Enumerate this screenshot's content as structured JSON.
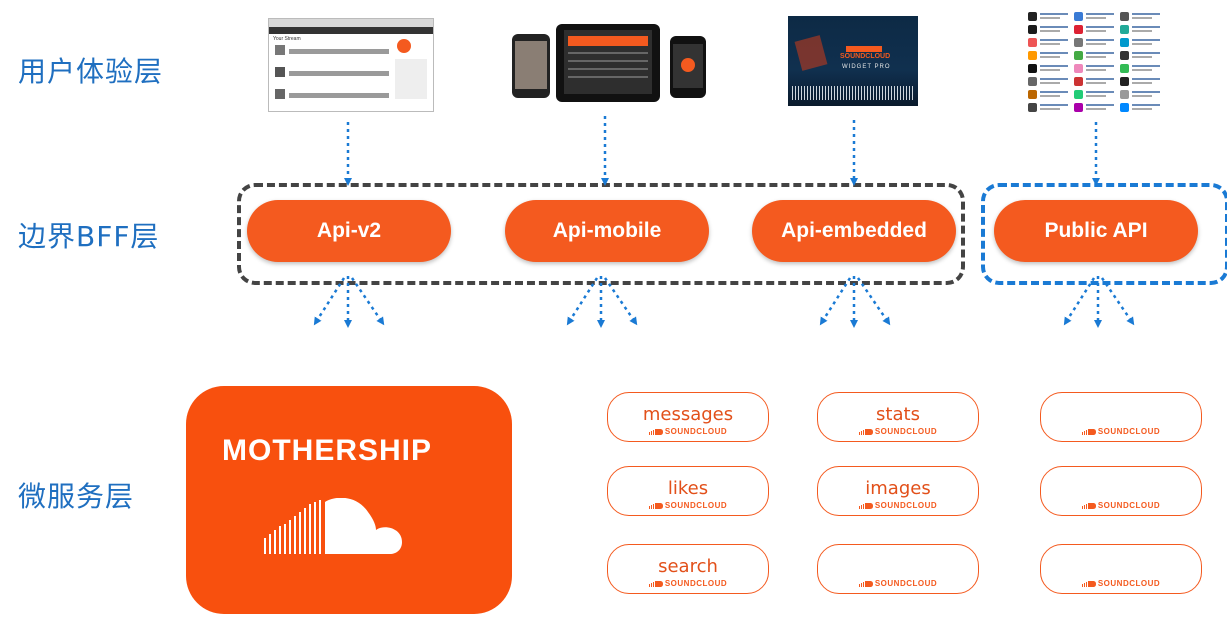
{
  "layers": {
    "ux": "用户体验层",
    "bff": "边界BFF层",
    "micro": "微服务层"
  },
  "bff": {
    "api_v2": "Api-v2",
    "api_mobile": "Api-mobile",
    "api_embedded": "Api-embedded",
    "public_api": "Public API"
  },
  "mothership": {
    "title": "MOTHERSHIP"
  },
  "services": {
    "brand": "SOUNDCLOUD",
    "items": [
      "messages",
      "stats",
      "",
      "likes",
      "images",
      "",
      "search",
      "",
      ""
    ]
  },
  "screens": {
    "widget_title": "SOUNDCLOUD",
    "widget_subtitle": "WIDGET PRO",
    "web_heading": "Your Stream"
  },
  "colors": {
    "accent": "#f45a1f",
    "label_blue": "#1f6fc0",
    "arrow_blue": "#1a7ad4",
    "dash_dark": "#444444"
  }
}
